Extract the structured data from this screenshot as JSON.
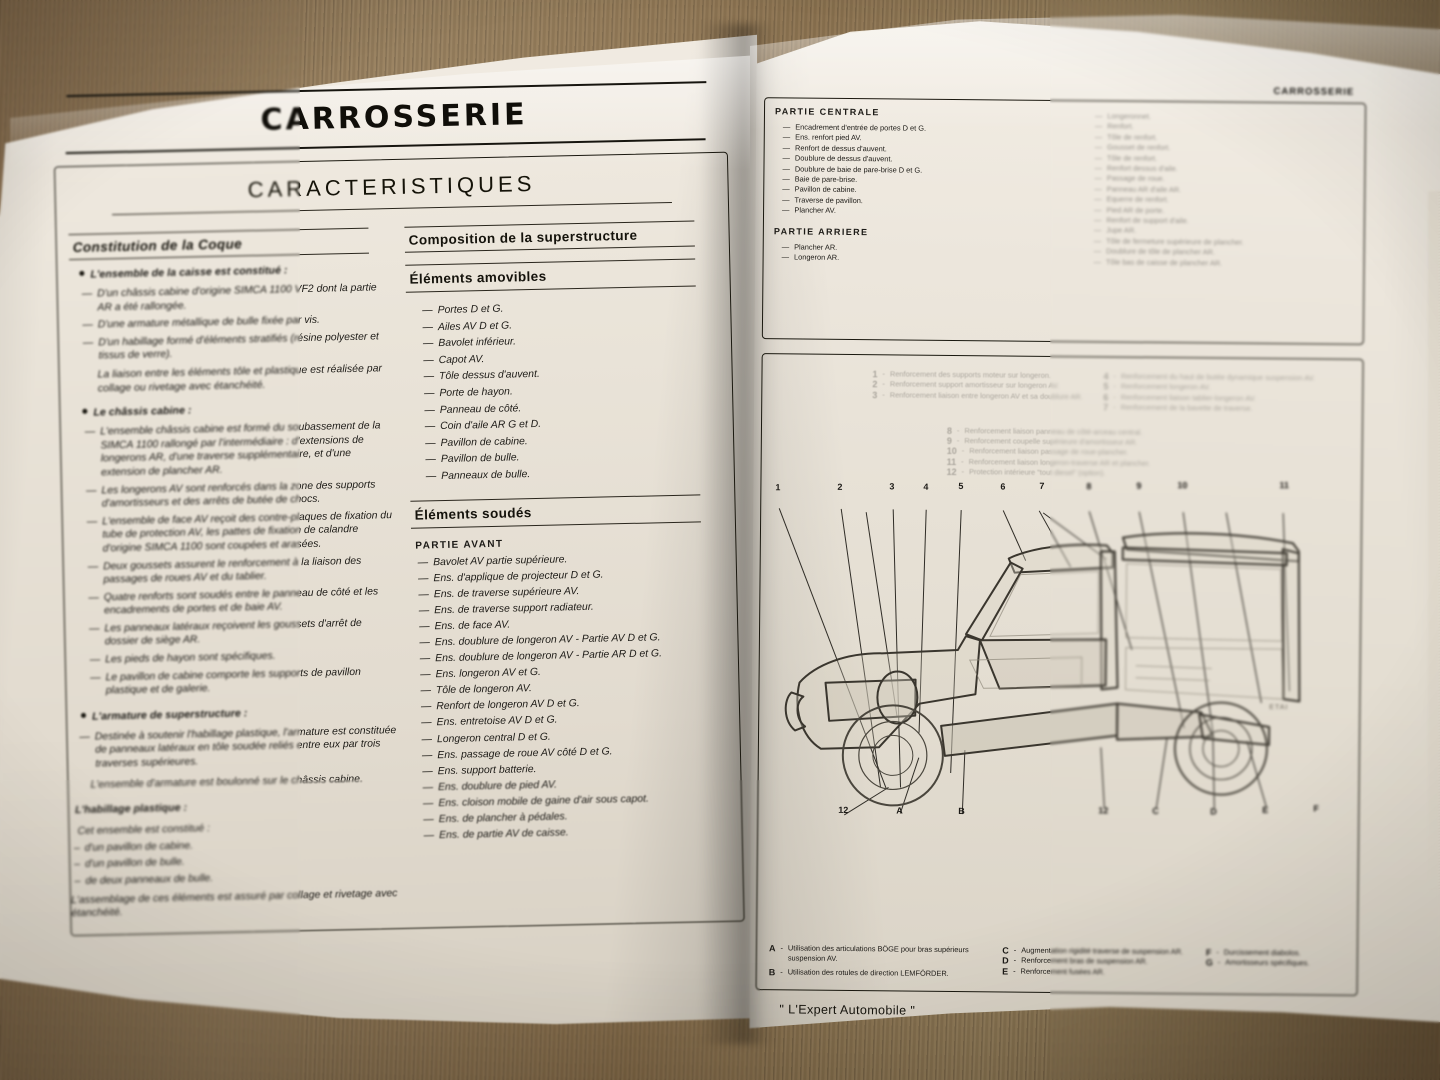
{
  "scene": {
    "background": "wooden-desk",
    "object": "open-book-two-page-spread"
  },
  "left_page": {
    "title": "CARROSSERIE",
    "subtitle": "CARACTERISTIQUES",
    "col1": {
      "heading": "Constitution de la Coque",
      "blocks": [
        {
          "bullet": "L'ensemble de la caisse est constitué :",
          "items": [
            "D'un châssis cabine d'origine SIMCA 1100 VF2 dont la partie AR a été rallongée.",
            "D'une armature métallique de bulle fixée par vis.",
            "D'un habillage formé d'éléments stratifiés (résine polyester et tissus de verre)."
          ],
          "note": "La liaison entre les éléments tôle et plastique est réalisée par collage ou rivetage avec étanchéité."
        },
        {
          "bullet": "Le châssis cabine :",
          "items": [
            "L'ensemble châssis cabine est formé du soubassement de la SIMCA 1100 rallongé par l'intermédiaire : d'extensions de longerons AR, d'une traverse supplémentaire, et d'une extension de plancher AR.",
            "Les longerons AV sont renforcés dans la zone des supports d'amortisseurs et des arrêts de butée de chocs.",
            "L'ensemble de face AV reçoit des contre-plaques de fixation du tube de protection AV, les pattes de fixation de calandre d'origine SIMCA 1100 sont coupées et arasées.",
            "Deux goussets assurent le renforcement à la liaison des passages de roues AV et du tablier.",
            "Quatre renforts sont soudés entre le panneau de côté et les encadrements de portes et de baie AV.",
            "Les panneaux latéraux reçoivent les goussets d'arrêt de dossier de siège AR.",
            "Les pieds de hayon sont spécifiques.",
            "Le pavillon de cabine comporte les supports de pavillon plastique et de galerie."
          ],
          "note": ""
        },
        {
          "bullet": "L'armature de superstructure :",
          "items": [
            "Destinée à soutenir l'habillage plastique, l'armature est constituée de panneaux latéraux en tôle soudée reliés entre eux par trois traverses supérieures."
          ],
          "note": "L'ensemble d'armature est boulonné sur le châssis cabine."
        },
        {
          "bullet": "L'habillage plastique :",
          "items": [
            "d'un pavillon de cabine.",
            "d'un pavillon de bulle.",
            "de deux panneaux de bulle."
          ],
          "lead": "Cet ensemble est constitué :",
          "note": "L'assemblage de ces éléments est assuré par collage et rivetage avec étanchéité."
        }
      ]
    },
    "col2": {
      "heading": "Composition de la superstructure",
      "sub1": "Éléments amovibles",
      "list1": [
        "Portes D et G.",
        "Ailes AV D et G.",
        "Bavolet inférieur.",
        "Capot AV.",
        "Tôle dessus d'auvent.",
        "Porte de hayon.",
        "Panneau de côté.",
        "Coin d'aile AR G et D.",
        "Pavillon de cabine.",
        "Pavillon de bulle.",
        "Panneaux de bulle."
      ],
      "sub2": "Éléments soudés",
      "part_label": "PARTIE AVANT",
      "list2": [
        "Bavolet AV partie supérieure.",
        "Ens. d'applique de projecteur D et G.",
        "Ens. de traverse supérieure AV.",
        "Ens. de traverse support radiateur.",
        "Ens. de face AV.",
        "Ens. doublure de longeron AV - Partie AV D et G.",
        "Ens. doublure de longeron AV - Partie AR D et G.",
        "Ens. longeron AV et G.",
        "Tôle de longeron AV.",
        "Renfort de longeron AV D et G.",
        "Ens. entretoise AV D et G.",
        "Longeron central D et G.",
        "Ens. passage de roue AV côté D et G.",
        "Ens. support batterie.",
        "Ens. doublure de pied AV.",
        "Ens. cloison mobile de gaine d'air sous capot.",
        "Ens. de plancher à pédales.",
        "Ens. de partie AV de caisse."
      ]
    }
  },
  "right_page": {
    "header": "CARROSSERIE",
    "box_top": {
      "col_left": {
        "label1": "PARTIE CENTRALE",
        "list1": [
          "Encadrement d'entrée de portes D et G.",
          "Ens. renfort pied AV.",
          "Renfort de dessus d'auvent.",
          "Doublure de dessus d'auvent.",
          "Doublure de baie de pare-brise D et G.",
          "Baie de pare-brise.",
          "Pavillon de cabine.",
          "Traverse de pavillon.",
          "Plancher AV."
        ],
        "label2": "PARTIE ARRIERE",
        "list2": [
          "Plancher AR.",
          "Longeron AR."
        ]
      },
      "col_right": {
        "list": [
          "Longeronnet.",
          "Renfort.",
          "Tôle de renfort.",
          "Gousset de renfort.",
          "Tôle de renfort.",
          "Renfort dessus d'aile.",
          "Passage de roue.",
          "Panneau AR d'aile AR.",
          "Equerre de renfort.",
          "Pied AR de porte.",
          "Renfort de support d'aile.",
          "Jupe AR.",
          "Tôle de fermeture supérieure de plancher.",
          "Doublure de tôle de plancher AR.",
          "Tôle bas de caisse de plancher AR."
        ]
      }
    },
    "legend_numbers_left": [
      {
        "n": "1",
        "text": "Renforcement des supports moteur sur longeron."
      },
      {
        "n": "2",
        "text": "Renforcement support amortisseur sur longeron AV."
      },
      {
        "n": "3",
        "text": "Renforcement liaison entre longeron AV et sa doublure AR."
      }
    ],
    "legend_numbers_right": [
      {
        "n": "4",
        "text": "Renforcement du haut de butée dynamique suspension AV."
      },
      {
        "n": "5",
        "text": "Renforcement longeron AV."
      },
      {
        "n": "6",
        "text": "Renforcement liaison tablier-longeron AV."
      },
      {
        "n": "7",
        "text": "Renforcement de la bavette de traverse."
      }
    ],
    "legend_numbers_center": [
      {
        "n": "8",
        "text": "Renforcement liaison panneau de côté-arceau central."
      },
      {
        "n": "9",
        "text": "Renforcement coupelle supérieure d'amortisseur AR."
      },
      {
        "n": "10",
        "text": "Renforcement liaison passage de roue-plancher."
      },
      {
        "n": "11",
        "text": "Renforcement liaison longeron-traverse AR et plancher."
      },
      {
        "n": "12",
        "text": "Protection intérieure \"tout diesel\" (option)."
      }
    ],
    "diagram": {
      "name": "coque-renforcements-vue-laterale",
      "callouts_top": [
        "1",
        "2",
        "3",
        "4",
        "5",
        "6",
        "7",
        "8",
        "9",
        "10",
        "11"
      ],
      "callouts_bottom": [
        "12",
        "A",
        "B",
        "12",
        "C",
        "D",
        "E",
        "F"
      ],
      "watermark": "ETAI"
    },
    "legend_letters": [
      {
        "k": "A",
        "text": "Utilisation des articulations BÖGE pour bras supérieurs suspension AV."
      },
      {
        "k": "B",
        "text": "Utilisation des rotules de direction LEMFÖRDER."
      },
      {
        "k": "C",
        "text": "Augmentation rigidité traverse de suspension AR."
      },
      {
        "k": "D",
        "text": "Renforcement bras de suspension AR."
      },
      {
        "k": "E",
        "text": "Renforcement fusées AR."
      },
      {
        "k": "F",
        "text": "Durcissement diabolos."
      },
      {
        "k": "G",
        "text": "Amortisseurs spécifiques."
      }
    ],
    "footer": "\" L'Expert Automobile \""
  }
}
